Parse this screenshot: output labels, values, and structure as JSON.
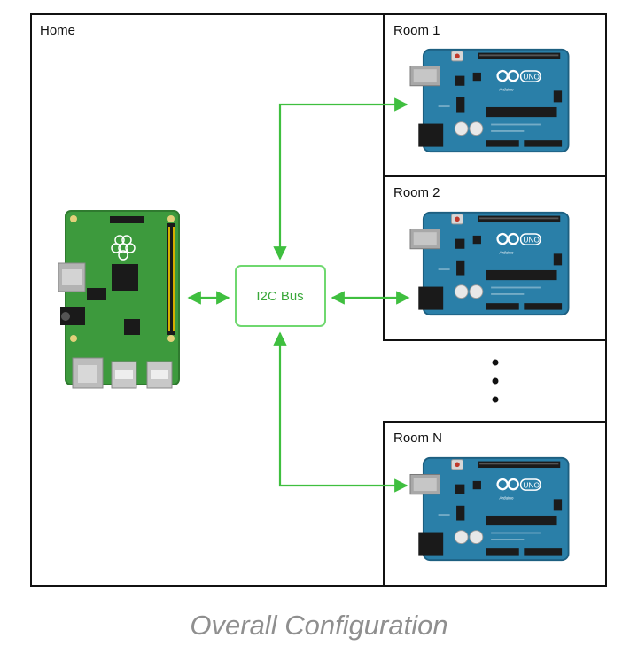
{
  "home": {
    "label": "Home"
  },
  "rooms": [
    {
      "label": "Room 1"
    },
    {
      "label": "Room 2"
    },
    {
      "label": "Room N"
    }
  ],
  "bus": {
    "label": "I2C Bus"
  },
  "board_text": {
    "arduino_logo": "UNO",
    "arduino_brand": "Arduino"
  },
  "caption": "Overall Configuration",
  "colors": {
    "arrow": "#3fbf3f",
    "bus_border": "#6fd86f",
    "pi_board": "#3d9a3d",
    "arduino_board": "#2a7fa8",
    "frame": "#111111"
  }
}
